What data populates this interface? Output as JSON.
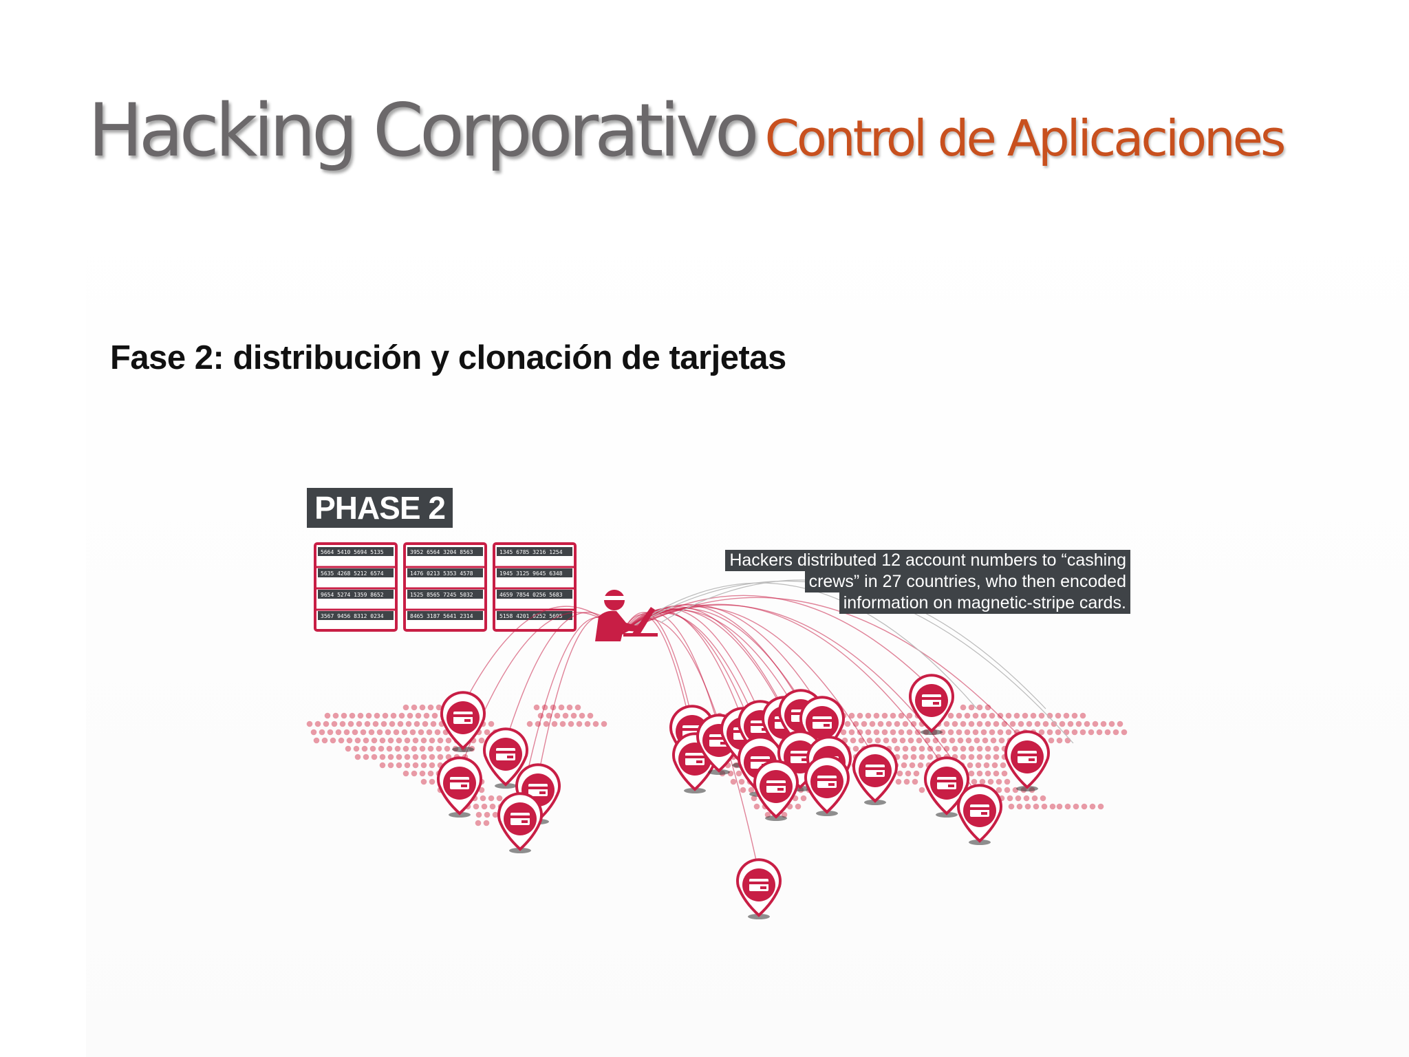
{
  "slide": {
    "title_main": "Hacking Corporativo",
    "title_sub": "Control de Aplicaciones",
    "subtitle": "Fase 2: distribución y clonación de tarjetas"
  },
  "infographic": {
    "badge": "PHASE 2",
    "callout_lines": [
      "Hackers distributed 12 account numbers to “cashing",
      "crews” in 27 countries, who then encoded",
      "information on magnetic-stripe cards."
    ],
    "card_panels": [
      [
        "5664 5410 5694 5135",
        "5635 4268 5212 6574",
        "9654 5274 1359 8652",
        "3567 9456 8312 0234"
      ],
      [
        "3952 6564 3204 8563",
        "1476 0213 5353 4578",
        "1525 8565 7245 5032",
        "8465 3187 5641 2314"
      ],
      [
        "1345 6785 3216 1254",
        "1945 3125 9645 6348",
        "4659 7854 0256 5683",
        "5158 4201 0252 5695"
      ]
    ],
    "colors": {
      "accent": "#c81e45",
      "dark": "#3f4347",
      "dot": "#e89aa6"
    },
    "icons": [
      "hacker-icon",
      "credit-card-icon",
      "map-pin-icon"
    ]
  }
}
